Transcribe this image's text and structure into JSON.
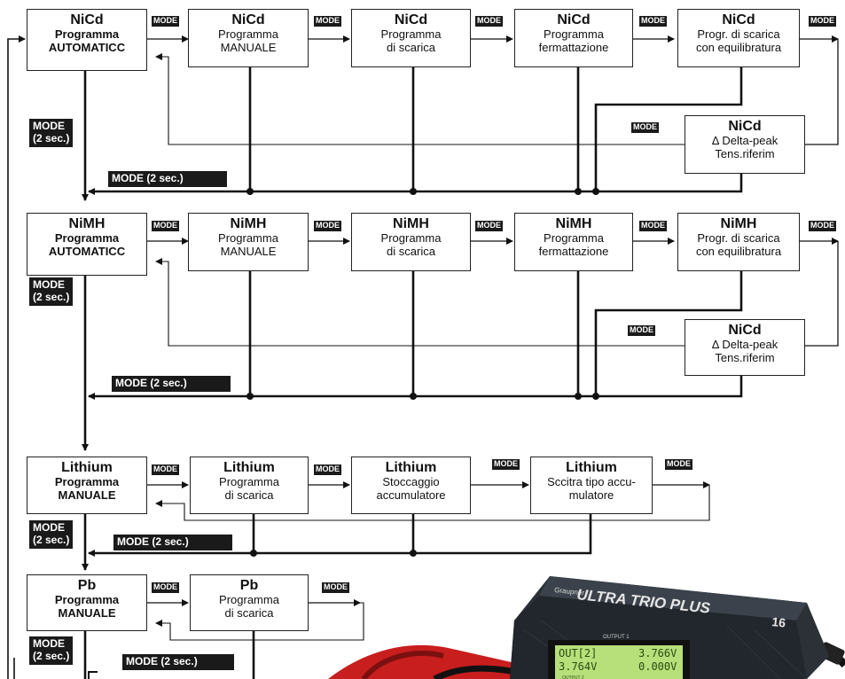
{
  "mode_label": "MODE",
  "mode_long_label": "MODE (2 sec.)",
  "mode_short": "MODE",
  "sec_short": "(2 sec.)",
  "rows": {
    "nicd": {
      "b1": {
        "title": "NiCd",
        "l1": "Programma",
        "l2": "AUTOMATICC"
      },
      "b2": {
        "title": "NiCd",
        "l1": "Programma",
        "l2": "MANUALE"
      },
      "b3": {
        "title": "NiCd",
        "l1": "Programma",
        "l2": "di scarica"
      },
      "b4": {
        "title": "NiCd",
        "l1": "Programma",
        "l2": "fermattazione"
      },
      "b5": {
        "title": "NiCd",
        "l1": "Progr. di scarica",
        "l2": "con equilibratura"
      },
      "b6": {
        "title": "NiCd",
        "l1": "Δ Delta-peak",
        "l2": "Tens.riferim"
      }
    },
    "nimh": {
      "b1": {
        "title": "NiMH",
        "l1": "Programma",
        "l2": "AUTOMATICC"
      },
      "b2": {
        "title": "NiMH",
        "l1": "Programma",
        "l2": "MANUALE"
      },
      "b3": {
        "title": "NiMH",
        "l1": "Programma",
        "l2": "di scarica"
      },
      "b4": {
        "title": "NiMH",
        "l1": "Programma",
        "l2": "fermattazione"
      },
      "b5": {
        "title": "NiMH",
        "l1": "Progr. di scarica",
        "l2": "con equilibratura"
      },
      "b6": {
        "title": "NiCd",
        "l1": "Δ Delta-peak",
        "l2": "Tens.riferim"
      }
    },
    "lithium": {
      "b1": {
        "title": "Lithium",
        "l1": "Programma",
        "l2": "MANUALE"
      },
      "b2": {
        "title": "Lithium",
        "l1": "Programma",
        "l2": "di scarica"
      },
      "b3": {
        "title": "Lithium",
        "l1": "Stoccaggio",
        "l2": "accumulatore"
      },
      "b4": {
        "title": "Lithium",
        "l1": "Sccitra tipo accu-",
        "l2": "mulatore"
      }
    },
    "pb": {
      "b1": {
        "title": "Pb",
        "l1": "Programma",
        "l2": "MANUALE"
      },
      "b2": {
        "title": "Pb",
        "l1": "Programma",
        "l2": "di scarica"
      }
    }
  },
  "device": {
    "brand": "Graupner",
    "name": "ULTRA TRIO PLUS",
    "model_number": "16",
    "output1": "OUTPUT 1",
    "output2": "OUTPUT 2",
    "lcd_line1_left": "OUT[2]",
    "lcd_line1_right": "3.766V",
    "lcd_line2_left": "3.764V",
    "lcd_line2_right": "0.000V",
    "colors": {
      "body": "#2c3138",
      "lcd": "#b8e07a",
      "clip_red": "#c81e1e"
    }
  }
}
